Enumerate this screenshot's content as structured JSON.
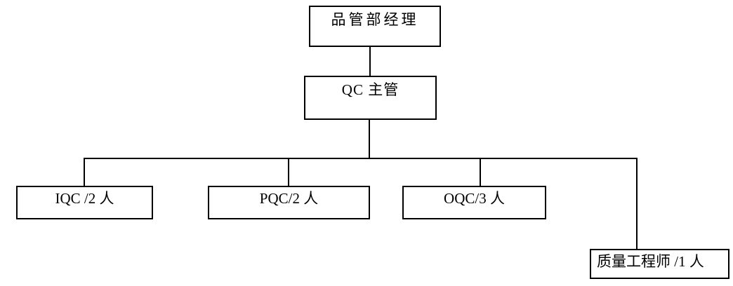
{
  "org_chart": {
    "type": "org-hierarchy",
    "nodes": [
      {
        "id": "manager",
        "label": "品管部经理",
        "reports_to": null
      },
      {
        "id": "qc-supervisor",
        "label": "QC 主管",
        "reports_to": "manager"
      },
      {
        "id": "iqc",
        "label": "IQC /2 人",
        "reports_to": "qc-supervisor"
      },
      {
        "id": "pqc",
        "label": "PQC/2 人",
        "reports_to": "qc-supervisor"
      },
      {
        "id": "oqc",
        "label": "OQC/3 人",
        "reports_to": "qc-supervisor"
      },
      {
        "id": "quality-engineer",
        "label": "质量工程师 /1 人",
        "reports_to": "qc-supervisor"
      }
    ],
    "colors": {
      "background": "#ffffff",
      "line": "#000000",
      "text": "#000000",
      "box_border": "#000000"
    }
  }
}
